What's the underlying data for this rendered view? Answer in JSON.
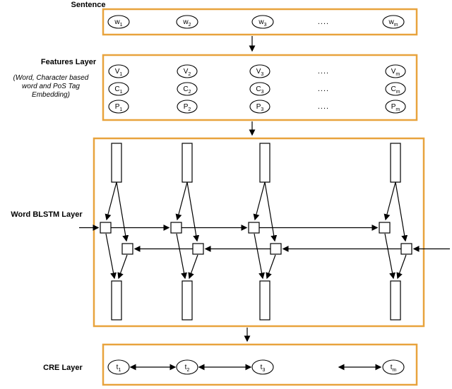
{
  "colors": {
    "layer_box_border": "#E8A33D",
    "diagram_stroke": "#000000",
    "background": "#FFFFFF"
  },
  "labels": {
    "sentence_layer": "Sentence",
    "features_layer": "Features Layer",
    "features_note_line1": "(Word, Character based",
    "features_note_line2": "word and PoS Tag",
    "features_note_line3": "Embedding)",
    "word_blstm_layer": "Word BLSTM Layer",
    "cre_layer": "CRE Layer"
  },
  "sentence_row": {
    "w1": {
      "base": "w",
      "sub": "1"
    },
    "w2": {
      "base": "w",
      "sub": "2"
    },
    "w3": {
      "base": "w",
      "sub": "3"
    },
    "dots": "....",
    "wm": {
      "base": "w",
      "sub": "m"
    }
  },
  "features_layer_rows": {
    "v": {
      "n1": {
        "base": "V",
        "sub": "1"
      },
      "n2": {
        "base": "V",
        "sub": "2"
      },
      "n3": {
        "base": "V",
        "sub": "3"
      },
      "dots": "....",
      "nm": {
        "base": "V",
        "sub": "m"
      }
    },
    "c": {
      "n1": {
        "base": "C",
        "sub": "1"
      },
      "n2": {
        "base": "C",
        "sub": "2"
      },
      "n3": {
        "base": "C",
        "sub": "3"
      },
      "dots": "....",
      "nm": {
        "base": "C",
        "sub": "m"
      }
    },
    "p": {
      "n1": {
        "base": "P",
        "sub": "1"
      },
      "n2": {
        "base": "P",
        "sub": "2"
      },
      "n3": {
        "base": "P",
        "sub": "3"
      },
      "dots": "....",
      "nm": {
        "base": "P",
        "sub": "m"
      }
    }
  },
  "cre_row": {
    "t1": {
      "base": "t",
      "sub": "1"
    },
    "t2": {
      "base": "t",
      "sub": "2"
    },
    "t3": {
      "base": "t",
      "sub": "3"
    },
    "tm": {
      "base": "t",
      "sub": "m"
    }
  }
}
